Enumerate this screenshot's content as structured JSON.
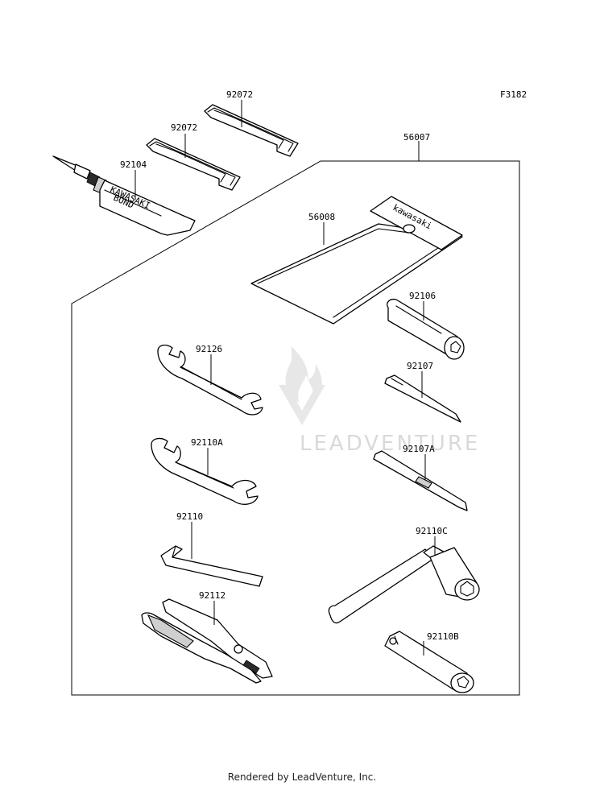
{
  "figure_code": "F3182",
  "watermark": "LEADVENTURE",
  "footer": "Rendered by LeadVenture, Inc.",
  "pouch_brand": "kawasaki",
  "tube_print": [
    "KAWASAKI",
    "BOND"
  ],
  "parts": {
    "kit": "56007",
    "pouch": "56008",
    "band_upper": "92072",
    "band_lower": "92072",
    "bond_tube": "92104",
    "grip": "92106",
    "screwdriver": "92107",
    "screwdriver_a": "92107A",
    "wrench_a": "92126",
    "wrench_b": "92110A",
    "hex_key": "92110",
    "pliers": "92112",
    "box_wrench": "92110C",
    "plug_wrench": "92110B"
  }
}
